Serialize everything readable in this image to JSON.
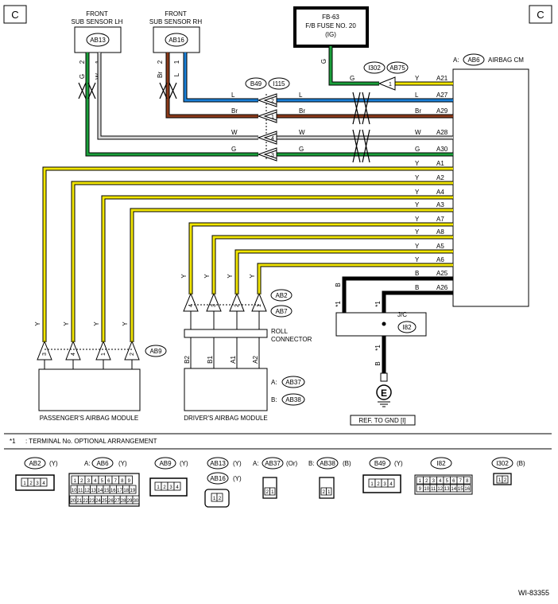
{
  "page_marker": "C",
  "fuse": {
    "line1": "FB-63",
    "line2": "F/B FUSE NO. 20",
    "line3": "(IG)",
    "wire_color": "G"
  },
  "sub_sensor_lh": {
    "title1": "FRONT",
    "title2": "SUB SENSOR LH",
    "connector": "AB13",
    "pin2": "2",
    "pin1": "1",
    "wire2": "G",
    "wire1": "W"
  },
  "sub_sensor_rh": {
    "title1": "FRONT",
    "title2": "SUB SENSOR RH",
    "connector": "AB16",
    "pin2": "2",
    "pin1": "1",
    "wire2": "Br",
    "wire1": "L"
  },
  "airbag_cm": {
    "prefix": "A:",
    "connector": "AB6",
    "title": "AIRBAG CM"
  },
  "i302": {
    "connector": "I302",
    "connector2": "AB75",
    "pin": "1",
    "wire_in": "G"
  },
  "b49": {
    "connector": "B49",
    "connector2": "I115"
  },
  "cm_wires": [
    {
      "color": "Y",
      "terminal": "A21"
    },
    {
      "color": "L",
      "terminal": "A27"
    },
    {
      "color": "Br",
      "terminal": "A29"
    },
    {
      "color": "W",
      "terminal": "A28"
    },
    {
      "color": "G",
      "terminal": "A30"
    },
    {
      "color": "Y",
      "terminal": "A1"
    },
    {
      "color": "Y",
      "terminal": "A2"
    },
    {
      "color": "Y",
      "terminal": "A4"
    },
    {
      "color": "Y",
      "terminal": "A3"
    },
    {
      "color": "Y",
      "terminal": "A7"
    },
    {
      "color": "Y",
      "terminal": "A8"
    },
    {
      "color": "Y",
      "terminal": "A5"
    },
    {
      "color": "Y",
      "terminal": "A6"
    },
    {
      "color": "B",
      "terminal": "A25"
    },
    {
      "color": "B",
      "terminal": "A26"
    }
  ],
  "b49_pins": [
    {
      "pin": "2",
      "left": "L",
      "right": "L"
    },
    {
      "pin": "1",
      "left": "Br",
      "right": "Br"
    },
    {
      "pin": "4",
      "left": "W",
      "right": "W"
    },
    {
      "pin": "3",
      "left": "G",
      "right": "G"
    }
  ],
  "passenger": {
    "title": "PASSENGER'S AIRBAG MODULE",
    "connector": "AB9",
    "pins": [
      "3",
      "4",
      "1",
      "2"
    ],
    "wire": "Y"
  },
  "driver": {
    "title": "DRIVER'S AIRBAG MODULE",
    "upper_connector": "AB2",
    "upper_connector2": "AB7",
    "pins": [
      "4",
      "3",
      "2",
      "1"
    ],
    "wire": "Y",
    "roll1": "ROLL",
    "roll2": "CONNECTOR",
    "terms": [
      "B2",
      "B1",
      "A1",
      "A2"
    ],
    "conn_a_prefix": "A:",
    "conn_a": "AB37",
    "conn_b_prefix": "B:",
    "conn_b": "AB38"
  },
  "jc": {
    "label": "J/C",
    "connector": "I82",
    "star": "*1",
    "wire": "B",
    "ground": "E",
    "ref": "REF. TO GND [I]"
  },
  "footnote": {
    "mark": "*1",
    "text": ": TERMINAL No. OPTIONAL ARRANGEMENT"
  },
  "legend": [
    {
      "prefix": "",
      "id": "AB2",
      "color": "(Y)"
    },
    {
      "prefix": "A:",
      "id": "AB6",
      "color": "(Y)"
    },
    {
      "prefix": "",
      "id": "AB9",
      "color": "(Y)"
    },
    {
      "prefix": "",
      "id": "AB13",
      "color": "(Y)",
      "id2": "AB16",
      "color2": "(Y)"
    },
    {
      "prefix": "A:",
      "id": "AB37",
      "color": "(Or)"
    },
    {
      "prefix": "B:",
      "id": "AB38",
      "color": "(B)"
    },
    {
      "prefix": "",
      "id": "B49",
      "color": "(Y)"
    },
    {
      "prefix": "",
      "id": "I82",
      "color": ""
    },
    {
      "prefix": "",
      "id": "I302",
      "color": "(B)"
    }
  ],
  "legend_pins": {
    "ab2": [
      "1",
      "2",
      "3",
      "4"
    ],
    "ab6_r1": [
      "1",
      "2",
      "3",
      "4",
      "5",
      "6",
      "7",
      "8",
      "9"
    ],
    "ab6_r2": [
      "10",
      "11",
      "12",
      "13",
      "14",
      "15",
      "16",
      "17",
      "18",
      "19"
    ],
    "ab6_r3": [
      "20",
      "21",
      "22",
      "23",
      "24",
      "25",
      "26",
      "27",
      "28",
      "29",
      "30"
    ],
    "ab9": [
      "1",
      "2",
      "3",
      "4"
    ],
    "ab13": [
      "1",
      "2"
    ],
    "ab37": [
      "2",
      "1"
    ],
    "ab38": [
      "2",
      "1"
    ],
    "b49": [
      "1",
      "2",
      "3",
      "4"
    ],
    "i82_r1": [
      "1",
      "2",
      "3",
      "4",
      "5",
      "6",
      "7",
      "8"
    ],
    "i82_r2": [
      "9",
      "10",
      "11",
      "12",
      "13",
      "14",
      "15",
      "16"
    ],
    "i302": [
      "1",
      "2"
    ]
  },
  "code": "WI-83355",
  "wire_colors": {
    "Y": "#f2e600",
    "L": "#1a7fd6",
    "Br": "#8b3a1a",
    "G": "#1a9e3a",
    "W": "#d8d8d8",
    "B": "#000000"
  }
}
